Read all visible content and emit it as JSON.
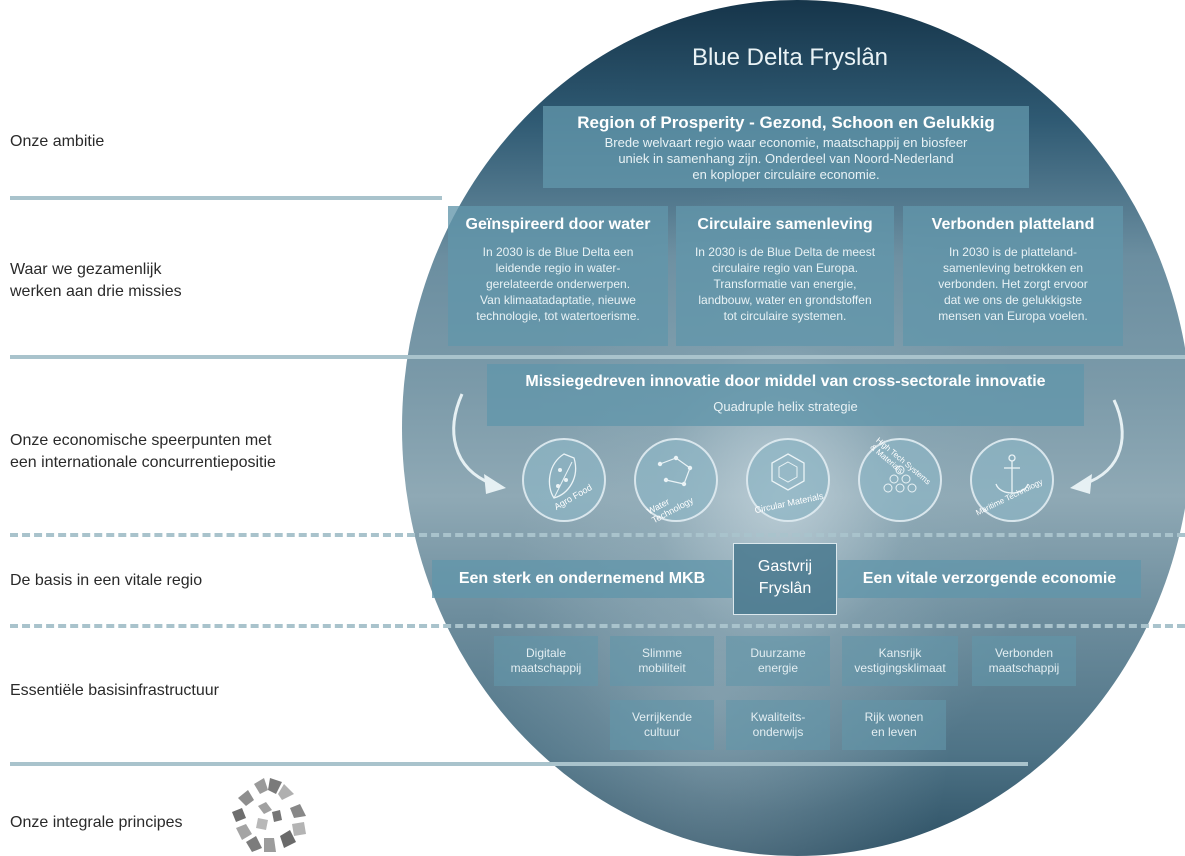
{
  "left_labels": {
    "ambitie": "Onze ambitie",
    "missies": [
      "Waar we gezamenlijk",
      "werken aan drie missies"
    ],
    "speerpunten": [
      "Onze economische speerpunten met",
      "een internationale concurrentiepositie"
    ],
    "basis": "De basis in een vitale regio",
    "infra": "Essentiële basisinfrastructuur",
    "principes": "Onze integrale principes"
  },
  "globe": {
    "title": "Blue Delta Fryslân",
    "ambition": {
      "title": "Region of Prosperity - Gezond, Schoon en Gelukkig",
      "lines": [
        "Brede welvaart regio waar economie, maatschappij en biosfeer",
        "uniek in samenhang zijn. Onderdeel van Noord-Nederland",
        "en koploper circulaire economie."
      ]
    },
    "missions": [
      {
        "title": "Geïnspireerd door water",
        "lines": [
          "In 2030 is de Blue Delta een",
          "leidende regio in water-",
          "gerelateerde onderwerpen.",
          "Van klimaatadaptatie, nieuwe",
          "technologie, tot watertoerisme."
        ]
      },
      {
        "title": "Circulaire samenleving",
        "lines": [
          "In 2030 is de Blue Delta de meest",
          "circulaire regio van Europa.",
          "Transformatie van energie,",
          "landbouw, water en grondstoffen",
          "tot circulaire systemen."
        ]
      },
      {
        "title": "Verbonden platteland",
        "lines": [
          "In 2030 is de platteland-",
          "samenleving betrokken en",
          "verbonden. Het zorgt ervoor",
          "dat we ons de gelukkigste",
          "mensen van Europa voelen."
        ]
      }
    ],
    "innovation": {
      "title": "Missiegedreven innovatie door middel van cross-sectorale innovatie",
      "subtitle": "Quadruple helix strategie"
    },
    "sectors": [
      "Agro Food",
      "Water Technology",
      "Circular Materials",
      "High Tech Systems & Materials",
      "Maritime Technology"
    ],
    "basis": {
      "left": "Een sterk en ondernemend MKB",
      "center": [
        "Gastvrij",
        "Fryslân"
      ],
      "right": "Een vitale verzorgende economie"
    },
    "infra_row1": [
      [
        "Digitale",
        "maatschappij"
      ],
      [
        "Slimme",
        "mobiliteit"
      ],
      [
        "Duurzame",
        "energie"
      ],
      [
        "Kansrijk",
        "vestigingsklimaat"
      ],
      [
        "Verbonden",
        "maatschappij"
      ]
    ],
    "infra_row2": [
      [
        "Verrijkende",
        "cultuur"
      ],
      [
        "Kwaliteits-",
        "onderwijs"
      ],
      [
        "Rijk wonen",
        "en leven"
      ]
    ]
  },
  "colors": {
    "line": "#a9c3cc",
    "box": "#6296aa",
    "text_light": "#e8f2f5"
  }
}
